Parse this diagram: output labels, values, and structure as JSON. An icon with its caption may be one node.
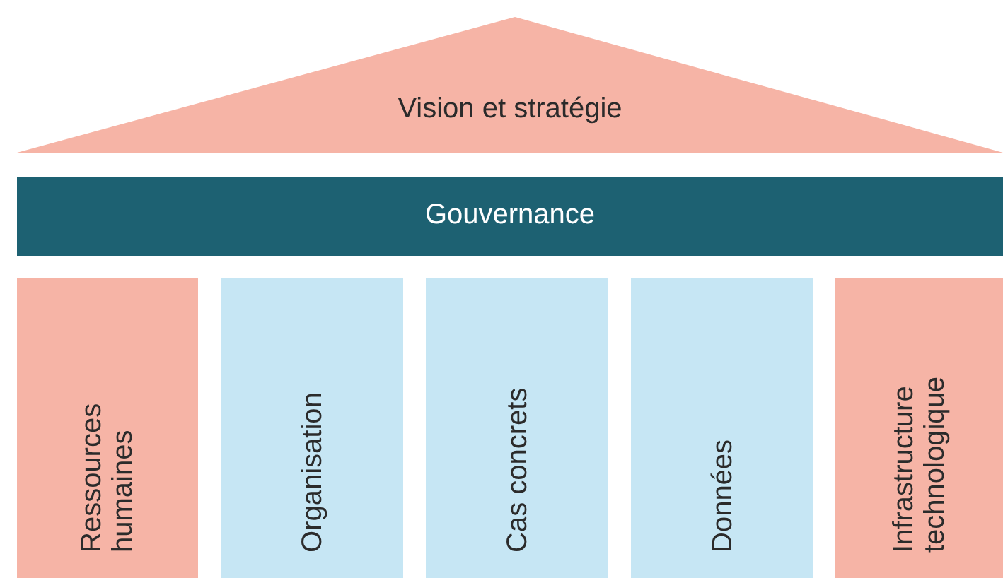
{
  "diagram": {
    "nodes": [
      {
        "text": [
          "Vision et stratégie"
        ]
      },
      {
        "text": [
          "Gouvernance"
        ]
      },
      {
        "text": [
          "Ressources humaines"
        ]
      },
      {
        "text": [
          "Organisation"
        ]
      },
      {
        "text": [
          "Cas concrets"
        ]
      },
      {
        "text": [
          "Données"
        ]
      },
      {
        "text": [
          "Infrastructure technologique"
        ]
      }
    ]
  }
}
